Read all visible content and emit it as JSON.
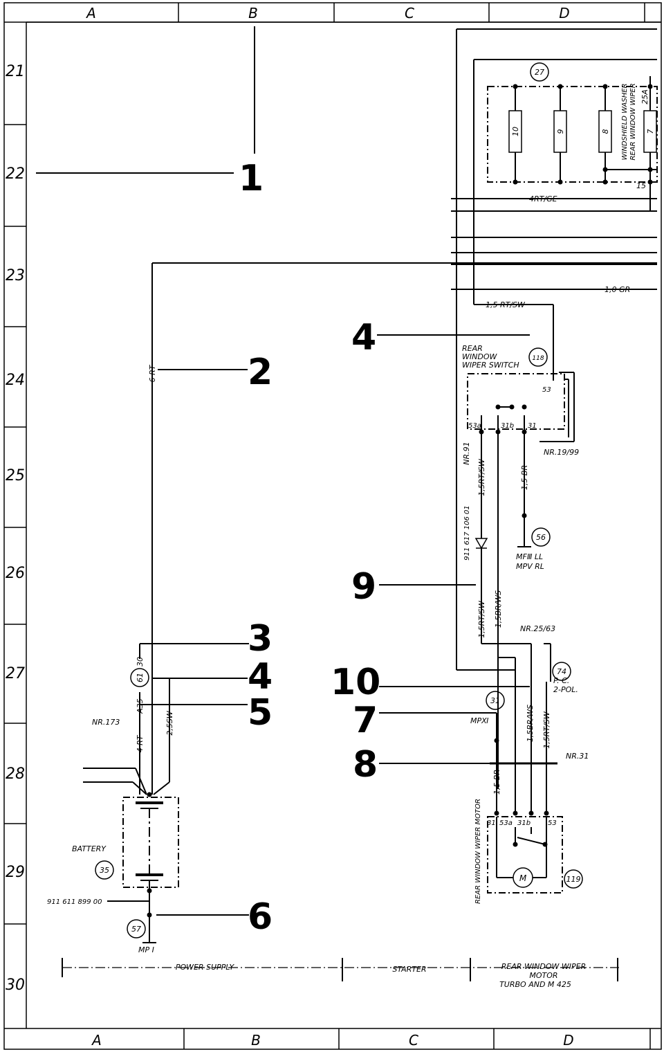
{
  "columns": [
    "A",
    "B",
    "C",
    "D"
  ],
  "rows": [
    "21",
    "22",
    "23",
    "24",
    "25",
    "26",
    "27",
    "28",
    "29",
    "30"
  ],
  "callouts": [
    "1",
    "2",
    "4",
    "3",
    "4",
    "5",
    "6",
    "9",
    "10",
    "7",
    "8"
  ],
  "components": {
    "fuse_box": {
      "ref": "27",
      "fuses": [
        "10",
        "9",
        "8",
        "7"
      ],
      "fuse_label": "25A",
      "terminal": "15",
      "label_lines": [
        "WINDSHIELD WASHER",
        "REAR WINDOW WIPER"
      ]
    },
    "switch": {
      "ref": "118",
      "label_lines": [
        "REAR",
        "WINDOW",
        "WIPER SWITCH"
      ],
      "terminals": [
        "53a",
        "31b",
        "31",
        "53"
      ]
    },
    "ground_56": {
      "ref": "56",
      "lines": [
        "MFⅢ LL",
        "MPⅤ RL"
      ]
    },
    "connector_74": {
      "ref": "74",
      "lines": [
        "P. C.",
        "2-POL."
      ]
    },
    "ground_31": {
      "ref": "31",
      "label": "MPⅪ"
    },
    "motor": {
      "ref": "119",
      "label": "REAR WINDOW WIPER MOTOR",
      "terminals": [
        "31",
        "53a",
        "31b",
        "53"
      ],
      "symbol": "M"
    },
    "battery": {
      "ref": "35",
      "label": "BATTERY",
      "part": "911 611 899 00"
    },
    "terminal_61": {
      "ref": "61",
      "t30": "30",
      "a35": "A35"
    },
    "ground_57": {
      "ref": "57",
      "label": "MP I"
    }
  },
  "wires": {
    "w_4rtge": "4RT/GE",
    "w_10gr": "1,0 GR",
    "w_15rtsw_top": "1,5 RT/SW",
    "w_6rt": "6 RT",
    "w_15rtsw_a": "1,5RT/SW",
    "w_15br_a": "1,5 BR",
    "w_15rtsw_b": "1,5RT/SW",
    "w_15brws_a": "1,5BR/WS",
    "w_15brws_b": "1,5BR/WS",
    "w_15rtsw_c": "1,5RT/SW",
    "w_15br_b": "1,5 BR",
    "w_4rt": "4 RT",
    "w_25sw": "2,5SW"
  },
  "connectors": {
    "nr91": "NR.91",
    "nr1999": "NR.19/99",
    "nr2563": "NR.25/63",
    "nr31": "NR.31",
    "nr173": "NR.173",
    "diode_part": "911 617 106 01"
  },
  "sections": {
    "power_supply": "POWER SUPPLY",
    "starter": "STARTER",
    "rear_wiper": [
      "REAR WINDOW WIPER",
      "MOTOR",
      "TURBO AND M 425"
    ]
  }
}
